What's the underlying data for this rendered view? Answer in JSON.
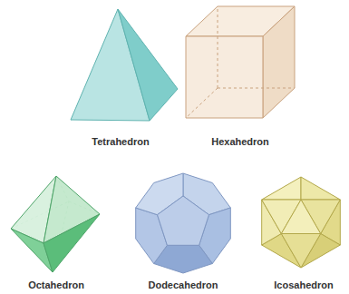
{
  "diagram": {
    "labels": [
      "Tetrahedron",
      "Hexahedron",
      "Octahedron",
      "Dodecahedron",
      "Icosahedron"
    ]
  }
}
